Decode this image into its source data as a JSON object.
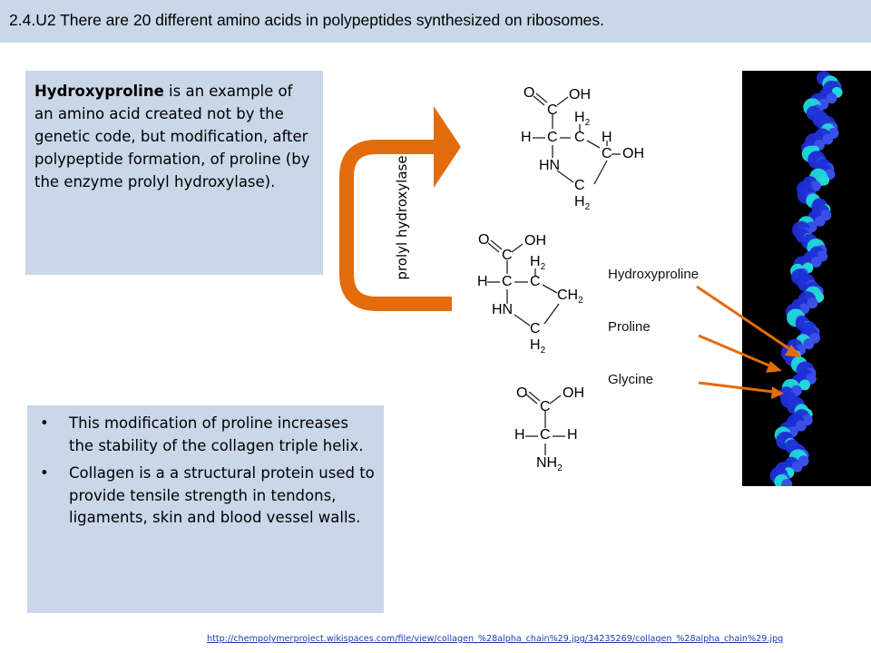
{
  "header": {
    "title": "2.4.U2 There are 20 different amino acids in polypeptides synthesized on ribosomes."
  },
  "intro": {
    "bold": "Hydroxyproline",
    "rest": " is an example of an amino acid created not by the genetic code, but modification, after polypeptide formation, of proline (by the enzyme prolyl hydroxylase)."
  },
  "bullets": [
    "This modification of proline increases the stability of the collagen triple helix.",
    "Collagen is a a structural protein used to provide tensile strength in tendons, ligaments, skin and blood vessel walls."
  ],
  "bullet_symbol": "•",
  "enzyme_label": "prolyl hydroxylase",
  "structures": {
    "hydroxyproline": {
      "o": "O",
      "c": "C",
      "oh": "OH",
      "h": "H",
      "h2": "H",
      "sub2": "2",
      "hn": "HN"
    },
    "proline": {
      "o": "O",
      "c": "C",
      "oh": "OH",
      "h": "H",
      "h2": "H",
      "sub2": "2",
      "ch2": "CH",
      "hn": "HN"
    },
    "glycine": {
      "o": "O",
      "c": "C",
      "oh": "OH",
      "h": "H",
      "nh2": "NH",
      "sub2": "2"
    }
  },
  "callouts": {
    "hydroxyproline": "Hydroxyproline",
    "proline": "Proline",
    "glycine": "Glycine"
  },
  "colors": {
    "accent_orange": "#e36c0a",
    "box_blue": "#c9d7e8",
    "helix_blue": "#1f2fd6",
    "helix_cyan": "#22d8d8"
  },
  "footer": {
    "url": "http://chempolymerproject.wikispaces.com/file/view/collagen_%28alpha_chain%29.jpg/34235269/collagen_%28alpha_chain%29.jpg"
  }
}
